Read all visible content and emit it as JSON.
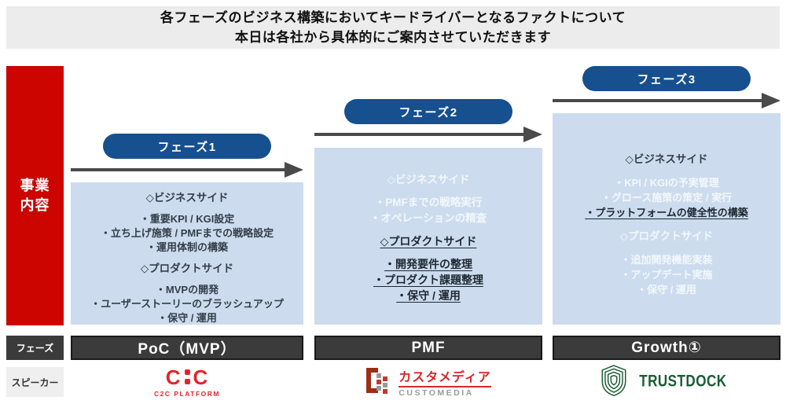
{
  "header": {
    "line1": "各フェーズのビジネス構築においてキードライバーとなるファクトについて",
    "line2": "本日は各社から具体的にご案内させていただきます"
  },
  "sidebar": {
    "label_line1": "事業",
    "label_line2": "内容"
  },
  "row_labels": {
    "phase": "フェーズ",
    "speaker": "スピーカー"
  },
  "columns": [
    {
      "pill": "フェーズ1",
      "lines": [
        "◇ビジネスサイド",
        "・重要KPI / KGI設定",
        "・立ち上げ施策 / PMFまでの戦略設定",
        "・運用体制の構築",
        "◇プロダクトサイド",
        "・MVPの開発",
        "・ユーザーストーリーのブラッシュアップ",
        "・保守 / 運用"
      ],
      "phase_bar": "PoC（MVP）"
    },
    {
      "pill": "フェーズ2",
      "lines": [
        "◇ビジネスサイド",
        "・PMFまでの戦略実行",
        "・オペレーションの精査",
        "◇プロダクトサイド",
        "・開発要件の整理",
        "・プロダクト課題整理",
        "・保守 / 運用"
      ],
      "phase_bar": "PMF"
    },
    {
      "pill": "フェーズ3",
      "lines": [
        "◇ビジネスサイド",
        "・KPI / KGIの予実管理",
        "・グロース施策の策定 / 実行",
        "・プラットフォームの健全性の構築",
        "◇プロダクトサイド",
        "・追加開発機能実装",
        "・アップデート実施",
        "・保守 / 運用"
      ],
      "phase_bar": "Growth①"
    }
  ],
  "logos": {
    "c2c": {
      "mark_left": "C",
      "mark_right": "C",
      "name": "C2C PLATFORM"
    },
    "customedia": {
      "jp": "カスタメディア",
      "en": "CUSTOMEDIA"
    },
    "trustdock": {
      "name": "TRUSTDOCK"
    }
  },
  "colors": {
    "accent_red": "#cc0500",
    "pill_blue": "#17508e",
    "panel_blue": "#ccdcee",
    "bar_dark": "#3b3b3b",
    "logo_red": "#e5232b",
    "logo_green": "#1a5c33"
  }
}
